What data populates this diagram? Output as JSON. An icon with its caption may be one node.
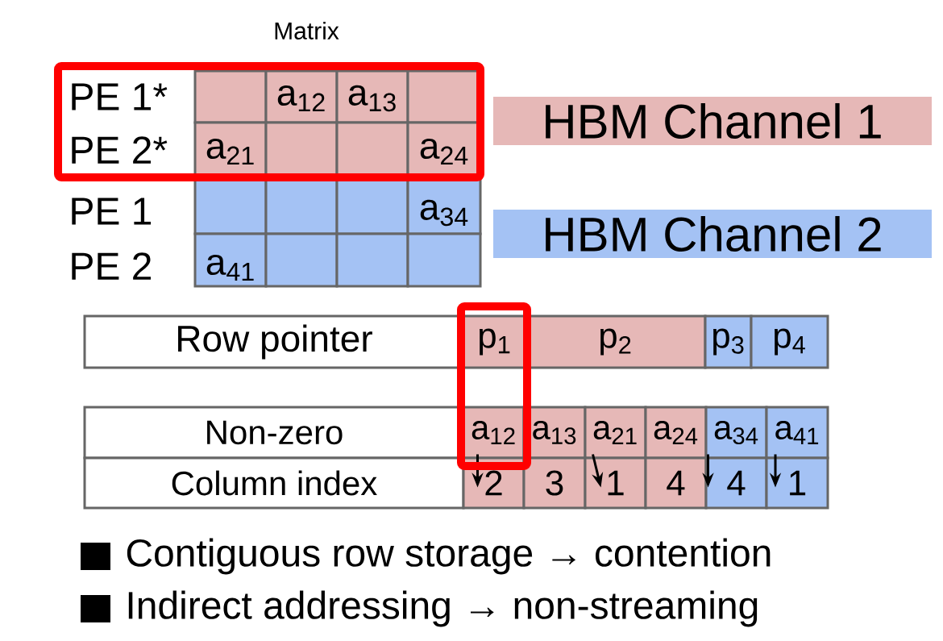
{
  "diagram": {
    "nodes": [
      {
        "text": [
          "HBM Channel 1"
        ]
      },
      {
        "text": [
          "HBM Channel 2"
        ]
      },
      {
        "text": [
          "Row pointer"
        ]
      },
      {
        "text": [
          "p$_{1}$"
        ]
      },
      {
        "text": [
          "p$_{2}$"
        ]
      },
      {
        "text": [
          "p$_{3}$"
        ]
      },
      {
        "text": [
          "p$_{4}$"
        ]
      },
      {
        "text": [
          "Non-zero"
        ]
      },
      {
        "text": [
          "a$_{12}$"
        ]
      },
      {
        "text": [
          "a$_{13}$"
        ]
      },
      {
        "text": [
          "a$_{21}$"
        ]
      },
      {
        "text": [
          "a$_{24}$"
        ]
      },
      {
        "text": [
          "a$_{34}$"
        ]
      },
      {
        "text": [
          "a$_{41}$"
        ]
      },
      {
        "text": [
          "Column index"
        ]
      },
      {
        "text": [
          "2"
        ]
      },
      {
        "text": [
          "3"
        ]
      },
      {
        "text": [
          "1"
        ]
      },
      {
        "text": [
          "4"
        ]
      },
      {
        "text": [
          "4"
        ]
      },
      {
        "text": [
          "1"
        ]
      }
    ],
    "edges": [
      {
        "from": 8,
        "to": 15,
        "arrow": "to"
      },
      {
        "from": 10,
        "to": 17,
        "arrow": "to"
      },
      {
        "from": 12,
        "to": 19,
        "arrow": "to"
      },
      {
        "from": 13,
        "to": 20,
        "arrow": "to"
      }
    ],
    "labels": [
      "Matrix",
      "PE 1*",
      "a$_{12}$",
      "a$_{13}$",
      "PE 2*",
      "a$_{21}$",
      "a$_{24}$",
      "PE 1",
      "a$_{34}$",
      "PE 2",
      "a$_{41}$",
      "Contiguous row storage → contention",
      "Indirect addressing → non-streaming"
    ]
  }
}
